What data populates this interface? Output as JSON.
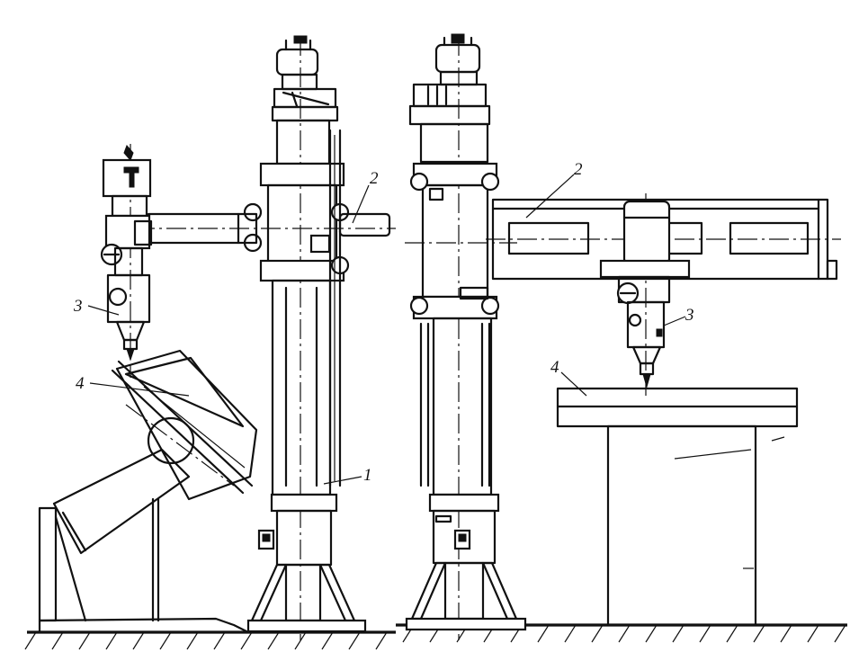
{
  "callouts": {
    "left_view": {
      "column": "",
      "boom": "2",
      "welding_head": "3",
      "workpiece": "4"
    },
    "left_column_label": "1",
    "right_view": {
      "boom": "2",
      "welding_head": "3",
      "workpiece": "4"
    }
  }
}
